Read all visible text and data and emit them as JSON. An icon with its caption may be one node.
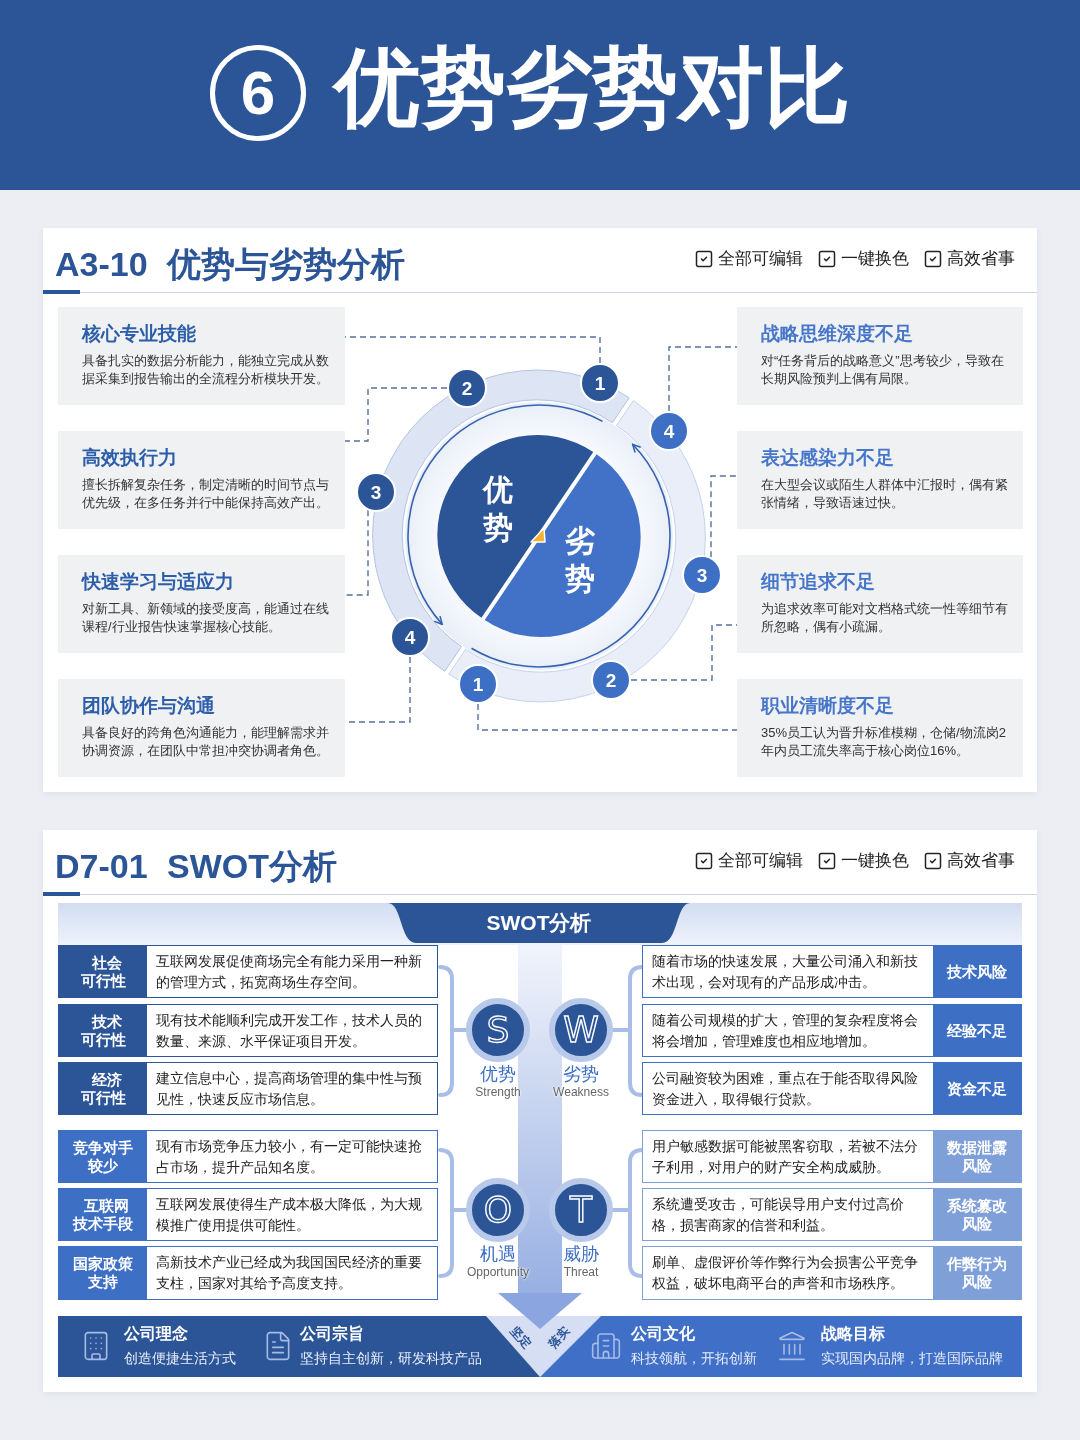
{
  "diagram": {
    "title": "优势劣势对比",
    "nodes": [
      {
        "text": [
          "A3-10 优势与劣势分析"
        ]
      },
      {
        "text": [
          "核心专业技能",
          "具备扎实的数据分析能力，能独立完成从数据采集到报告输出的全流程分析模块开发。"
        ],
        "in": 0
      },
      {
        "text": [
          "高效执行力",
          "擅长拆解复杂任务，制定清晰的时间节点与优先级，在多任务并行中能保持高效产出。"
        ],
        "in": 0
      },
      {
        "text": [
          "快速学习与适应力",
          "对新工具、新领域的接受度高，能通过在线课程/行业报告快速掌握核心技能。"
        ],
        "in": 0
      },
      {
        "text": [
          "团队协作与沟通",
          "具备良好的跨角色沟通能力，能理解需求并协调资源，在团队中常担冲突协调者角色。"
        ],
        "in": 0
      },
      {
        "text": [
          "优势"
        ],
        "in": 0
      },
      {
        "text": [
          "劣势"
        ],
        "in": 0
      },
      {
        "text": [
          "1"
        ],
        "in": 0
      },
      {
        "text": [
          "2"
        ],
        "in": 0
      },
      {
        "text": [
          "3"
        ],
        "in": 0
      },
      {
        "text": [
          "4"
        ],
        "in": 0
      },
      {
        "text": [
          "1"
        ],
        "in": 0
      },
      {
        "text": [
          "2"
        ],
        "in": 0
      },
      {
        "text": [
          "3"
        ],
        "in": 0
      },
      {
        "text": [
          "4"
        ],
        "in": 0
      },
      {
        "text": [
          "战略思维深度不足",
          "对“任务背后的战略意义”思考较少，导致在长期风险预判上偶有局限。"
        ],
        "in": 0
      },
      {
        "text": [
          "表达感染力不足",
          "在大型会议或陌生人群体中汇报时，偶有紧张情绪，导致语速过快。"
        ],
        "in": 0
      },
      {
        "text": [
          "细节追求不足",
          "为追求效率可能对文档格式统一性等细节有所忽略，偶有小疏漏。"
        ],
        "in": 0
      },
      {
        "text": [
          "职业清晰度不足",
          "35%员工认为晋升标准模糊，仓储/物流岗2年内员工流失率高于核心岗位16%。"
        ],
        "in": 0
      },
      {
        "text": [
          "D7-01 SWOT分析"
        ]
      },
      {
        "text": [
          "SWOT分析"
        ],
        "in": 19
      },
      {
        "text": [
          "社会可行性",
          "互联网发展促使商场完全有能力采用一种新的管理方式，拓宽商场生存空间。"
        ],
        "in": 19
      },
      {
        "text": [
          "技术可行性",
          "现有技术能顺利完成开发工作，技术人员的数量、来源、水平保证项目开发。"
        ],
        "in": 19
      },
      {
        "text": [
          "经济可行性",
          "建立信息中心，提高商场管理的集中性与预见性，快速反应市场信息。"
        ],
        "in": 19
      },
      {
        "text": [
          "竞争对手较少",
          "现有市场竞争压力较小，有一定可能快速抢占市场，提升产品知名度。"
        ],
        "in": 19
      },
      {
        "text": [
          "互联网技术手段",
          "互联网发展使得生产成本极大降低，为大规模推广使用提供可能性。"
        ],
        "in": 19
      },
      {
        "text": [
          "国家政策支持",
          "高新技术产业已经成为我国国民经济的重要支柱，国家对其给予高度支持。"
        ],
        "in": 19
      },
      {
        "text": [
          "S"
        ],
        "beside": [
          "优势",
          "Strength"
        ],
        "in": 19
      },
      {
        "text": [
          "W"
        ],
        "beside": [
          "劣势",
          "Weakness"
        ],
        "in": 19
      },
      {
        "text": [
          "O"
        ],
        "beside": [
          "机遇",
          "Opportunity"
        ],
        "in": 19
      },
      {
        "text": [
          "T"
        ],
        "beside": [
          "威胁",
          "Threat"
        ],
        "in": 19
      },
      {
        "text": [
          "随着市场的快速发展，大量公司涌入和新技术出现，会对现有的产品形成冲击。",
          "技术风险"
        ],
        "in": 19
      },
      {
        "text": [
          "随着公司规模的扩大，管理的复杂程度将会将会增加，管理难度也相应地增加。",
          "经验不足"
        ],
        "in": 19
      },
      {
        "text": [
          "公司融资较为困难，重点在于能否取得风险资金进入，取得银行贷款。",
          "资金不足"
        ],
        "in": 19
      },
      {
        "text": [
          "用户敏感数据可能被黑客窃取，若被不法分子利用，对用户的财产安全构成威胁。",
          "数据泄露风险"
        ],
        "in": 19
      },
      {
        "text": [
          "系统遭受攻击，可能误导用户支付过高价格，损害商家的信誉和利益。",
          "系统篡改风险"
        ],
        "in": 19
      },
      {
        "text": [
          "刷单、虚假评价等作弊行为会损害公平竞争权益，破坏电商平台的声誉和市场秩序。",
          "作弊行为风险"
        ],
        "in": 19
      },
      {
        "text": [
          "公司理念",
          "创造便捷生活方式",
          "公司宗旨",
          "坚持自主创新，研发科技产品"
        ],
        "in": 19
      },
      {
        "text": [
          "公司文化",
          "科技领航，开拓创新",
          "战略目标",
          "实现国内品牌，打造国际品牌"
        ],
        "in": 19
      }
    ],
    "edges": [
      {
        "from": 7,
        "to": 1,
        "arrow": "none",
        "style": "dashed"
      },
      {
        "from": 8,
        "to": 2,
        "arrow": "none",
        "style": "dashed"
      },
      {
        "from": 9,
        "to": 3,
        "arrow": "none",
        "style": "dashed"
      },
      {
        "from": 10,
        "to": 4,
        "arrow": "none",
        "style": "dashed"
      },
      {
        "from": 11,
        "to": 18,
        "arrow": "none",
        "style": "dashed"
      },
      {
        "from": 12,
        "to": 17,
        "arrow": "none",
        "style": "dashed"
      },
      {
        "from": 13,
        "to": 16,
        "arrow": "none",
        "style": "dashed"
      },
      {
        "from": 14,
        "to": 15,
        "arrow": "none",
        "style": "dashed"
      }
    ],
    "labels": [
      "6",
      "全部可编辑",
      "一键换色",
      "高效省事",
      "全部可编辑",
      "一键换色",
      "高效省事",
      "坚定",
      "落实"
    ]
  }
}
